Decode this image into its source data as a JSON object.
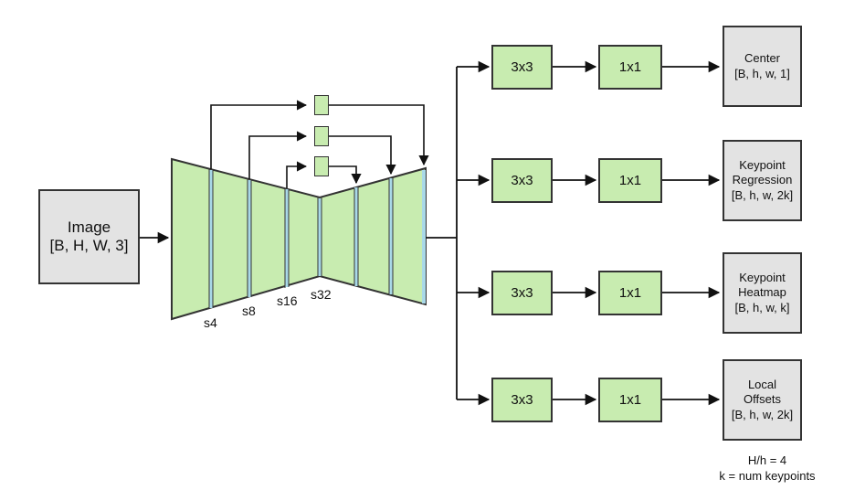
{
  "input": {
    "title": "Image",
    "shape": "[B, H, W, 3]"
  },
  "backbone": {
    "scales": [
      "s4",
      "s8",
      "s16",
      "s32"
    ]
  },
  "heads": [
    {
      "conv1": "3x3",
      "conv2": "1x1",
      "title_lines": [
        "Center"
      ],
      "shape": "[B, h, w, 1]"
    },
    {
      "conv1": "3x3",
      "conv2": "1x1",
      "title_lines": [
        "Keypoint",
        "Regression"
      ],
      "shape": "[B, h, w, 2k]"
    },
    {
      "conv1": "3x3",
      "conv2": "1x1",
      "title_lines": [
        "Keypoint",
        "Heatmap"
      ],
      "shape": "[B, h, w, k]"
    },
    {
      "conv1": "3x3",
      "conv2": "1x1",
      "title_lines": [
        "Local",
        "Offsets"
      ],
      "shape": "[B, h, w, 2k]"
    }
  ],
  "notes": [
    "H/h = 4",
    "k = num keypoints"
  ],
  "colors": {
    "block_fill": "#c8ecb0",
    "output_fill": "#e3e3e3",
    "skip_band": "#a9d9e8",
    "stroke": "#333333"
  }
}
